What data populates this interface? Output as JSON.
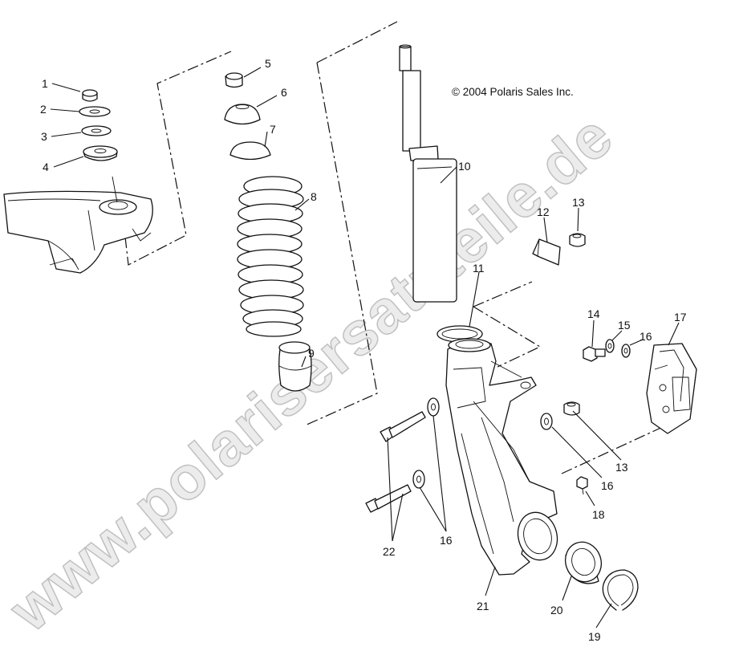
{
  "copyright": "© 2004 Polaris Sales Inc.",
  "watermark": "www.polarisersatzteile.de",
  "callouts": [
    "1",
    "2",
    "3",
    "4",
    "5",
    "6",
    "7",
    "8",
    "9",
    "10",
    "11",
    "12",
    "13",
    "13",
    "14",
    "15",
    "16",
    "16",
    "16",
    "17",
    "18",
    "19",
    "20",
    "21",
    "22"
  ],
  "colors": {
    "line": "#111111",
    "background": "#ffffff",
    "watermark": "#dcdcdc"
  }
}
